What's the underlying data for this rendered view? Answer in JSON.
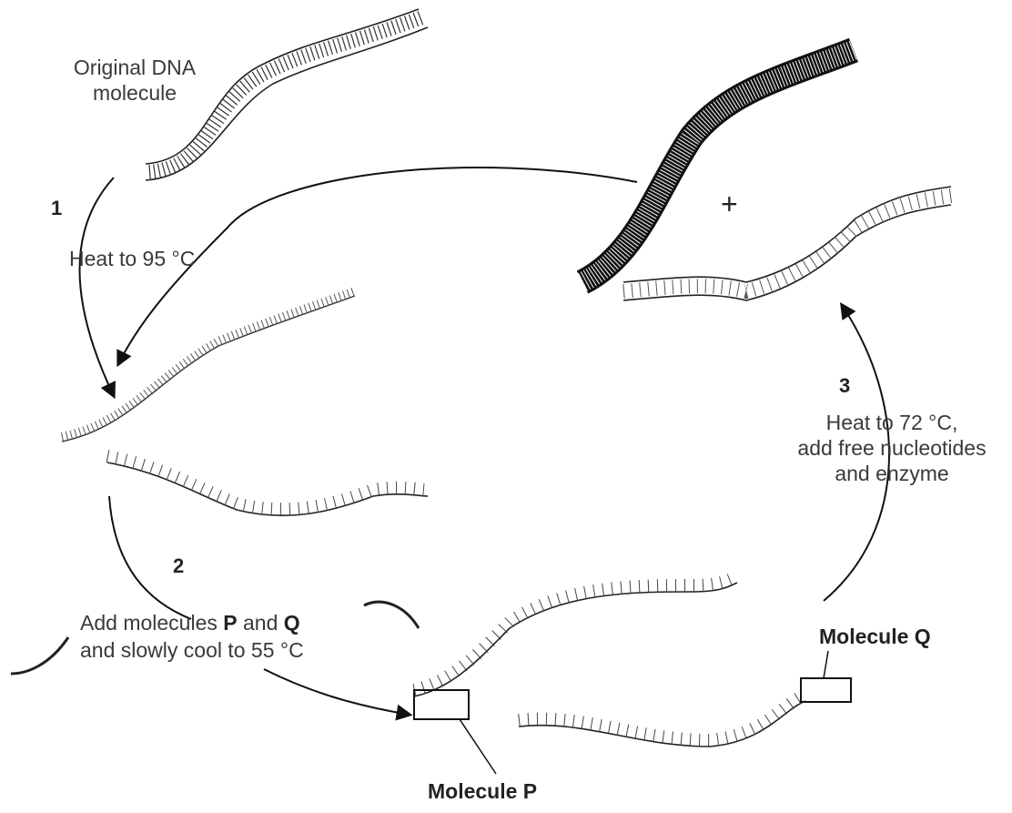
{
  "labels": {
    "original_line1": "Original DNA",
    "original_line2": "molecule",
    "step1_number": "1",
    "step1_text": "Heat to 95 °C",
    "step2_number": "2",
    "step2_line1_pre": "Add molecules ",
    "step2_line1_p": "P",
    "step2_line1_and": " and ",
    "step2_line1_q": "Q",
    "step2_line2": "and slowly cool to 55 °C",
    "step3_number": "3",
    "step3_line1": "Heat to 72 °C,",
    "step3_line2": "add free nucleotides",
    "step3_line3": "and enzyme",
    "molecule_p": "Molecule P",
    "molecule_q": "Molecule Q",
    "plus_sign": "+"
  }
}
